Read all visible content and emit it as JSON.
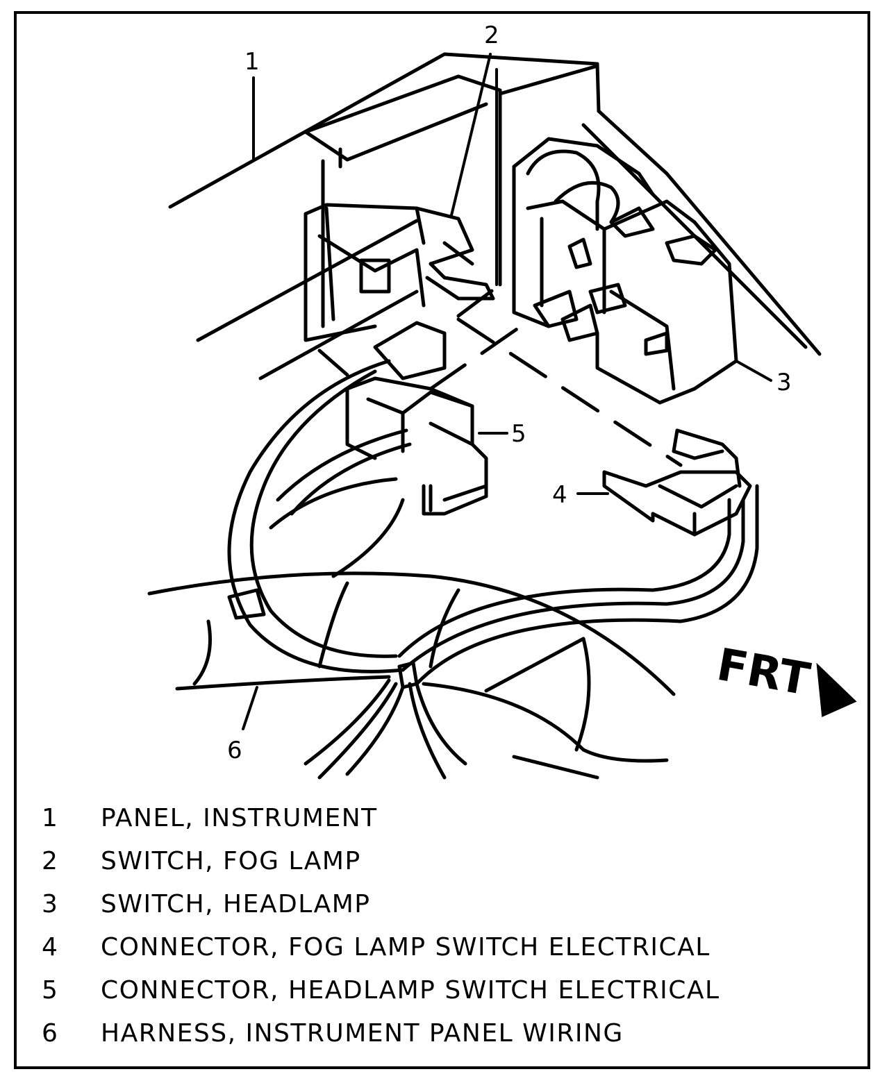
{
  "diagram": {
    "callouts": {
      "c1": "1",
      "c2": "2",
      "c3": "3",
      "c4": "4",
      "c5": "5",
      "c6": "6"
    },
    "direction_label": "FRT"
  },
  "legend": {
    "items": [
      {
        "number": "1",
        "text": "PANEL, INSTRUMENT"
      },
      {
        "number": "2",
        "text": "SWITCH, FOG LAMP"
      },
      {
        "number": "3",
        "text": "SWITCH, HEADLAMP"
      },
      {
        "number": "4",
        "text": "CONNECTOR, FOG LAMP SWITCH ELECTRICAL"
      },
      {
        "number": "5",
        "text": "CONNECTOR, HEADLAMP SWITCH ELECTRICAL"
      },
      {
        "number": "6",
        "text": "HARNESS, INSTRUMENT PANEL WIRING"
      }
    ]
  }
}
